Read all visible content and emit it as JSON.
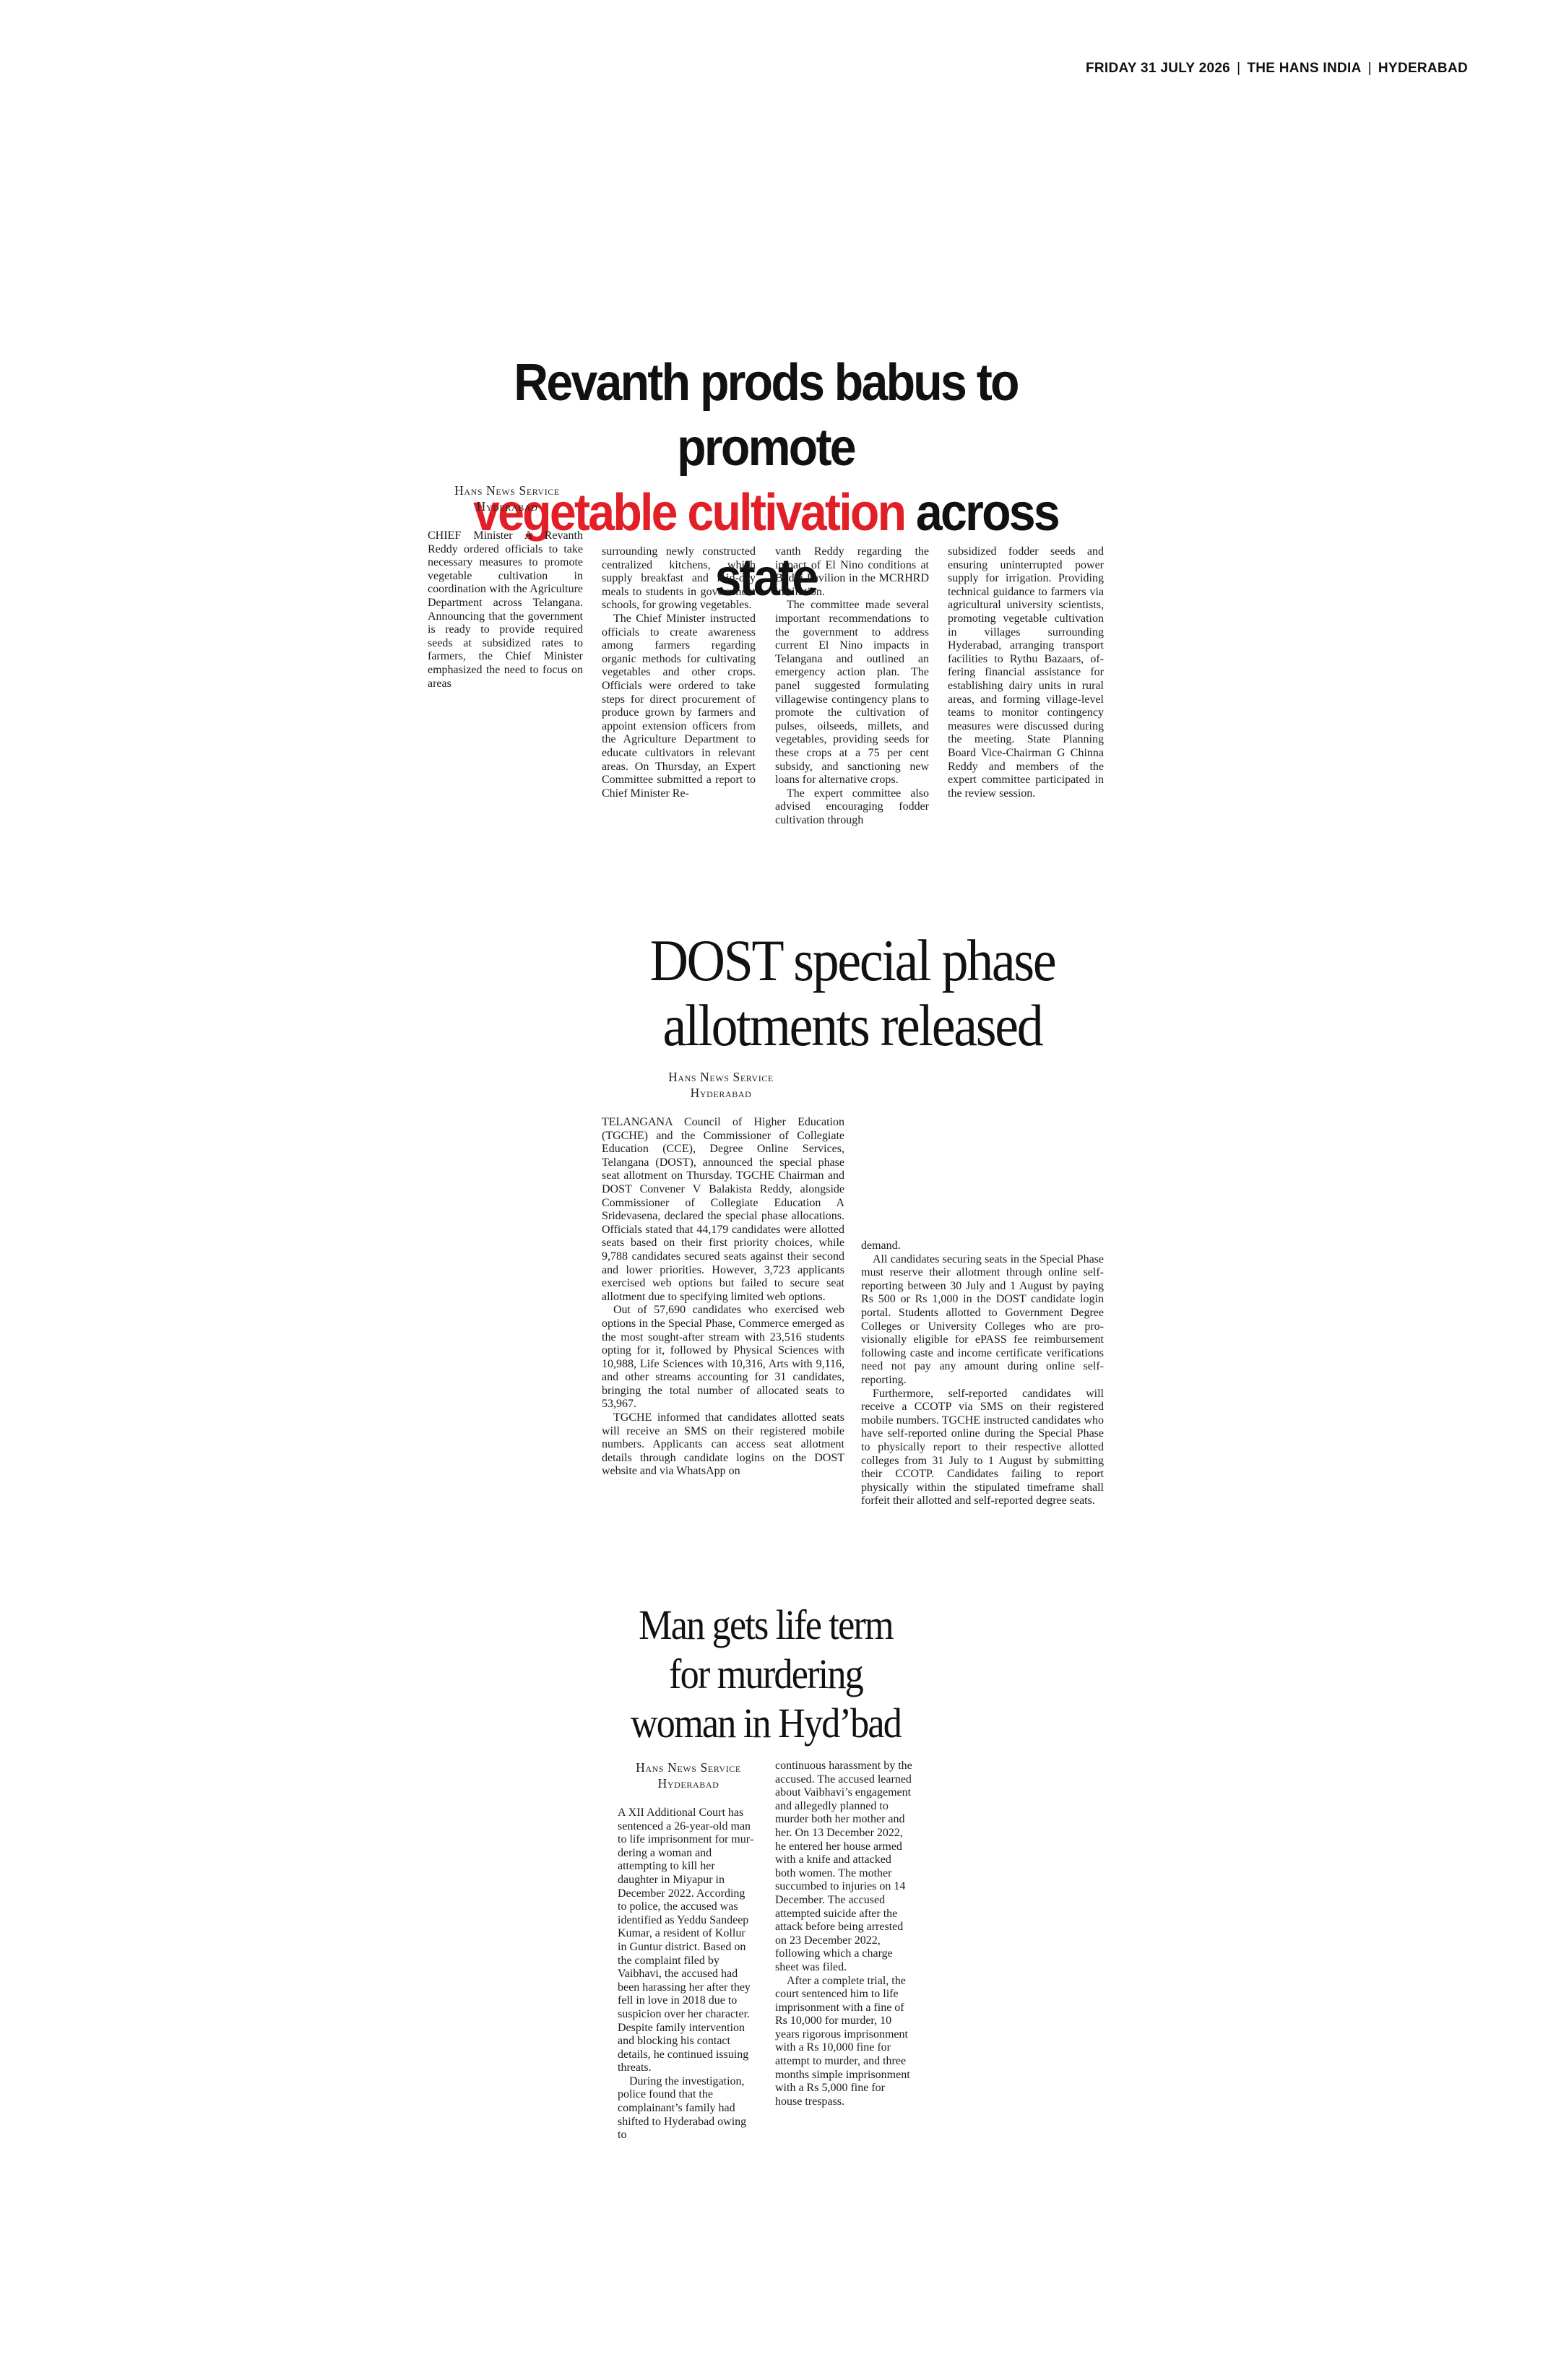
{
  "masthead": {
    "date": "FRIDAY 31 JULY 2026",
    "paper": "THE HANS INDIA",
    "city": "HYDERABAD"
  },
  "story1": {
    "headline_line1": "Revanth prods babus to promote",
    "headline_red": "vegetable cultivation",
    "headline_rest": " across state",
    "byline_agency": "Hans News Service",
    "byline_place": "Hyderabad",
    "col1": [
      "CHIEF Minister A Revanth Reddy ordered officials to take necessary measures to promote vegetable cultiva­tion in coordination with the Agriculture Depart­ment across Telangana. Announcing that the gov­ernment is ready to provide required seeds at subsi­dized rates to farmers, the Chief Minister emphasized the need to focus on areas"
    ],
    "col2": [
      "surrounding newly con­structed centralized kitch­ens, which supply break­fast and mid-day meals to students in government schools, for growing veg­etables.",
      "The Chief Minister in­structed officials to create awareness among farmers regarding organic methods for cultivating vegetables and other crops. Officials were ordered to take steps for direct procurement of produce grown by farmers and appoint extension of­ficers from the Agriculture Department to educate cultivators in relevant are­as. On Thursday, an Expert Committee submitted a re­port to Chief Minister Re-"
    ],
    "col3": [
      "vanth Reddy regarding the impact of El Nino condi­tions at Bodhi Pavilion in the MCRHRD institution.",
      "The committee made several important recom­mendations to the govern­ment to address current El Nino impacts in Telangana and outlined an emergency action plan. The panel sug­gested formulating village­wise contingency plans to promote the cultivation of pulses, oilseeds, millets, and vegetables, providing seeds for these crops at a 75 per cent subsidy, and sanctioning new loans for alternative crops.",
      "The expert committee also advised encouraging fodder cultivation through"
    ],
    "col4": [
      "subsidized fodder seeds and ensuring uninter­rupted power supply for irrigation. Providing tech­nical guidance to farmers via agricultural university scientists, promoting vege­table cultivation in villages surrounding Hyderabad, arranging transport facili­ties to Rythu Bazaars, of­fering financial assistance for establishing dairy units in rural areas, and forming village-level teams to mon­itor contingency measures were discussed during the meeting. State Planning Board Vice-Chairman G Chinna Reddy and mem­bers of the expert com­mittee participated in the review session."
    ]
  },
  "story2": {
    "headline_line1": "DOST special phase",
    "headline_line2": "allotments released",
    "byline_agency": "Hans News Service",
    "byline_place": "Hyderabad",
    "col1": [
      "TELANGANA Council of Higher Educa­tion (TGCHE) and the Commissioner of Collegiate Education (CCE), Degree Online Services, Telangana (DOST), announced the special phase seat allotment on Thursday. TGCHE Chairman and DOST Convener V Balakista Reddy, alongside Commissioner of Collegiate Education A Sridevasena, de­clared the special phase allocations. Officials stated that 44,179 candidates were allotted seats based on their first priority choices, while 9,788 candidates secured seats against their second and lower priorities. However, 3,723 applicants exercised web options but failed to secure seat allotment due to speci­fying limited web options.",
      "Out of 57,690 candidates who exercised web options in the Special Phase, Com­merce emerged as the most sought-after stream with 23,516 students opting for it, followed by Physical Sciences with 10,988, Life Sciences with 10,316, Arts with 9,116, and other streams accounting for 31 candi­dates, bringing the total number of allocated seats to 53,967.",
      "TGCHE informed that candidates allotted seats will receive an SMS on their registered mobile numbers. Applicants can access seat allotment details through candidate logins on the DOST website and via WhatsApp on"
    ],
    "col2": [
      "demand.",
      "All candidates securing seats in the Spe­cial Phase must reserve their allotment through online self-reporting between 30 July and 1 August by paying Rs 500 or Rs 1,000 in the DOST candidate login portal. Students allotted to Government Degree Colleges or University Colleges who are pro­visionally eligible for ePASS fee reimburse­ment following caste and income certificate verifications need not pay any amount dur­ing online self-reporting.",
      "Furthermore, self-reported candidates will receive a CCOTP via SMS on their reg­istered mobile numbers. TGCHE instructed candidates who have self-reported online during the Special Phase to physically report to their respective allotted colleges from 31 July to 1 August by submitting their CCOTP. Candidates failing to report physically with­in the stipulated timeframe shall forfeit their allotted and self-reported degree seats."
    ]
  },
  "story3": {
    "headline_line1": "Man gets life term",
    "headline_line2": "for murdering",
    "headline_line3": "woman in Hyd’bad",
    "byline_agency": "Hans News Service",
    "byline_place": "Hyderabad",
    "col1": [
      "A XII Additional Court has sentenced a 26-year-old man to life imprisonment for mur­dering a woman and attempting to kill her daughter in Miyapur in December 2022. According to police, the accused was identi­fied as Yeddu Sandeep Kumar, a resident of Kollur in Guntur district. Based on the complaint filed by Vaibhavi, the accused had been harassing her after they fell in love in 2018 due to suspicion over her character. Despite family inter­vention and blocking his contact details, he continued issuing threats.",
      "During the investi­gation, police found that the complainant’s family had shifted to Hyderabad owing to"
    ],
    "col2": [
      "continuous harassment by the accused. The accused learned about Vaibhavi’s engagement and allegedly planned to murder both her mother and her. On 13 December 2022, he entered her house armed with a knife and attacked both women. The mother succumbed to injuries on 14 December. The accused attempted suicide after the attack before being arrested on 23 December 2022, following which a charge sheet was filed.",
      "After a complete trial, the court sen­tenced him to life imprisonment with a fine of Rs 10,000 for murder, 10 years rigor­ous imprisonment with a Rs 10,000 fine for attempt to murder, and three months simple imprisonment with a Rs 5,000 fine for house trespass."
    ]
  }
}
